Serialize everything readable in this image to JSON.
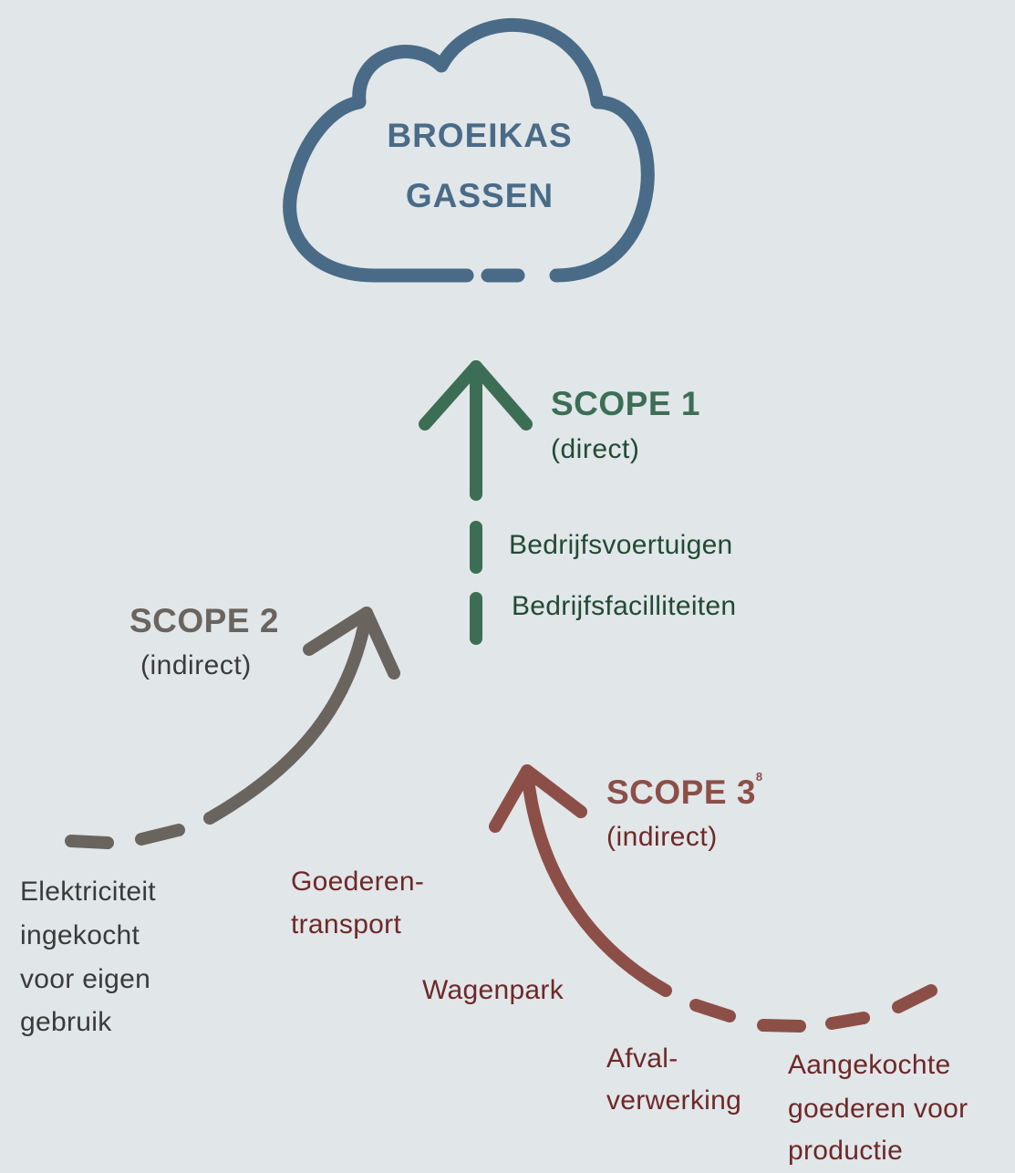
{
  "colors": {
    "background": "#e1e6e9",
    "cloud": "#4a6b87",
    "scope1": "#3c6e55",
    "scope1_items": "#224a33",
    "scope2": "#6a645f",
    "scope2_items": "#3a3a3a",
    "scope3": "#8c4f47",
    "scope3_items": "#6e2828"
  },
  "cloud": {
    "line1": "BROEIKAS",
    "line2": "GASSEN"
  },
  "scope1": {
    "title": "SCOPE 1",
    "subtitle": "(direct)",
    "items": [
      "Bedrijfsvoertuigen",
      "Bedrijfsfacilliteiten"
    ]
  },
  "scope2": {
    "title": "SCOPE 2",
    "subtitle": "(indirect)",
    "items": [
      "Elektriciteit",
      "ingekocht",
      "voor eigen",
      "gebruik"
    ]
  },
  "scope3": {
    "title": "SCOPE 3",
    "footnote": "8",
    "subtitle": "(indirect)",
    "goederen": [
      "Goederen-",
      "transport"
    ],
    "wagenpark": "Wagenpark",
    "afval": [
      "Afval-",
      "verwerking"
    ],
    "aangekochte": [
      "Aangekochte",
      "goederen voor",
      "productie"
    ]
  }
}
